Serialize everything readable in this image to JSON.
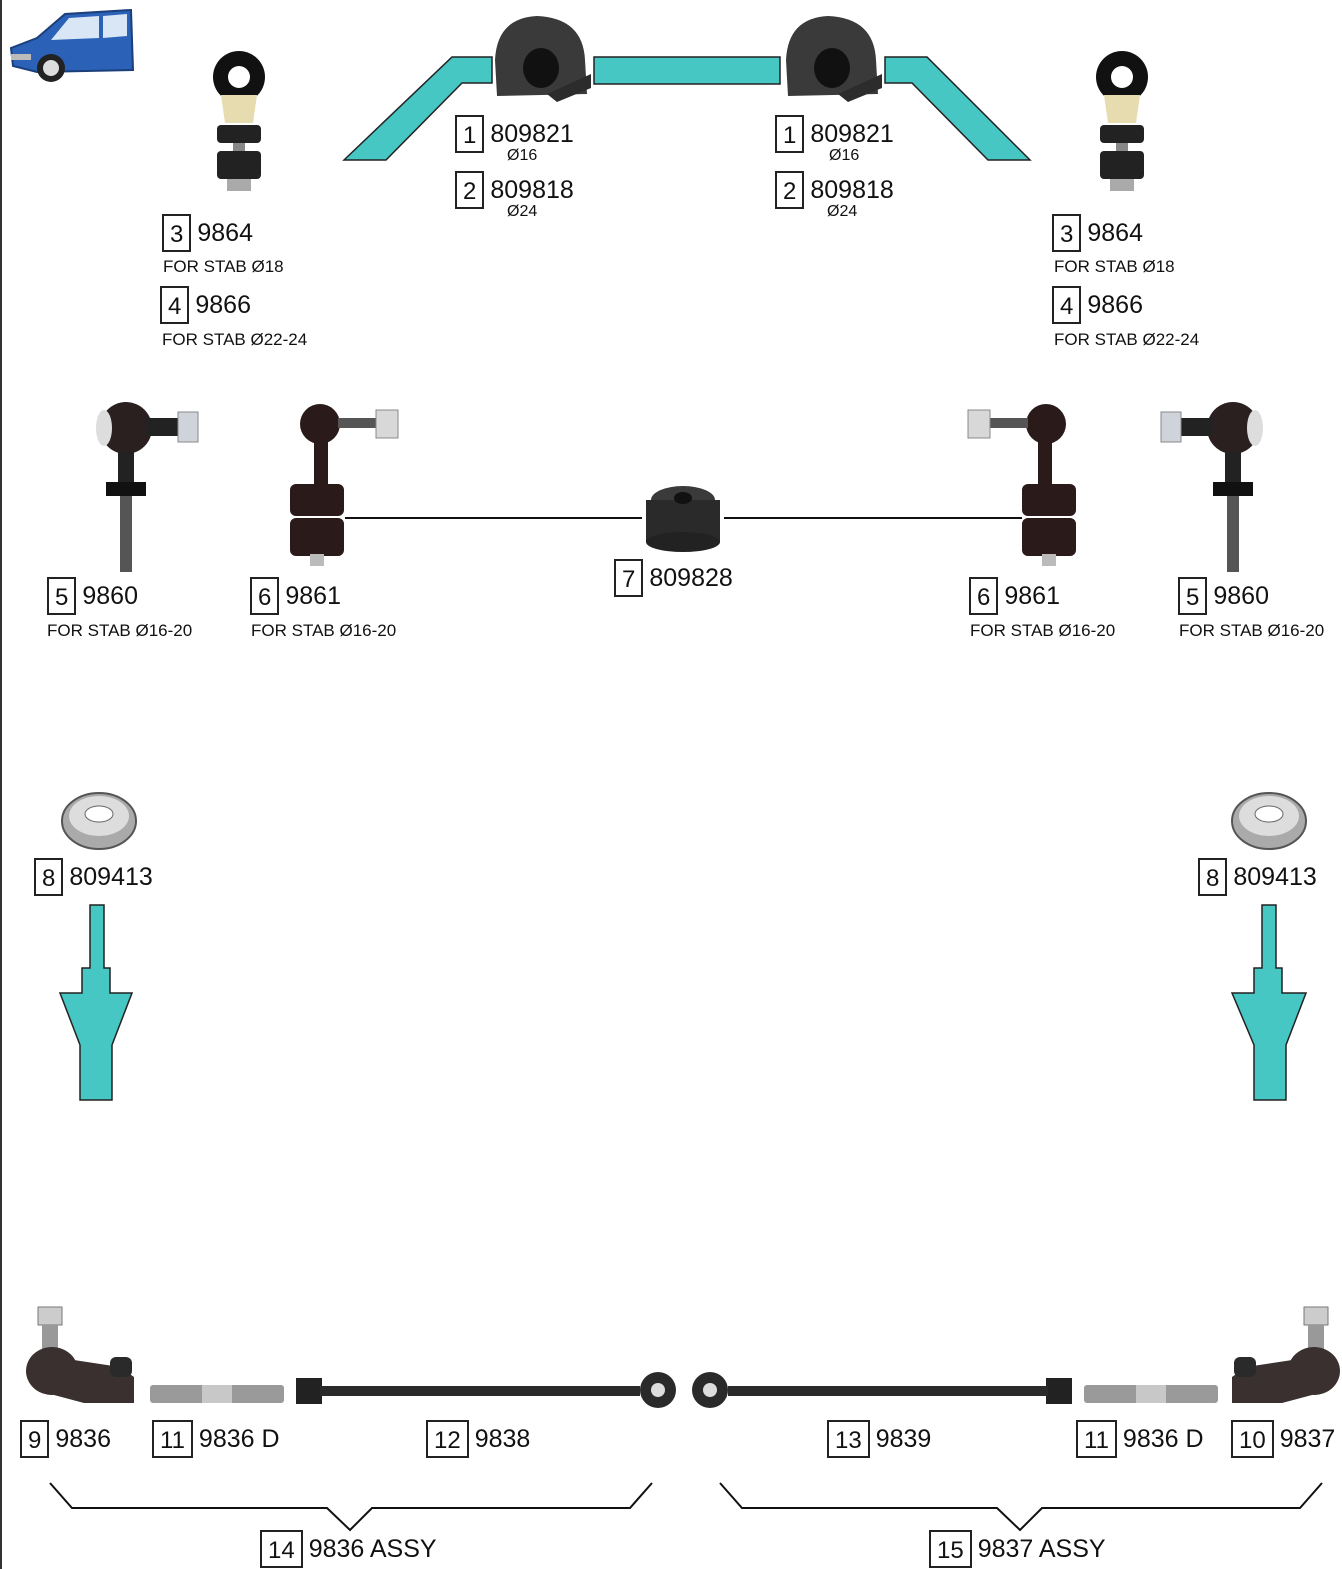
{
  "colors": {
    "accent": "#46c7c4",
    "rubber": "#3a3a3a",
    "bar": "#2a2a2a",
    "car": "#2b62b8"
  },
  "parts": [
    {
      "num": "1",
      "code": "809821",
      "note": "Ø16"
    },
    {
      "num": "2",
      "code": "809818",
      "note": "Ø24"
    },
    {
      "num": "3",
      "code": "9864",
      "note": "FOR STAB Ø18"
    },
    {
      "num": "4",
      "code": "9866",
      "note": "FOR STAB Ø22-24"
    },
    {
      "num": "5",
      "code": "9860",
      "note": "FOR STAB Ø16-20"
    },
    {
      "num": "6",
      "code": "9861",
      "note": "FOR STAB Ø16-20"
    },
    {
      "num": "7",
      "code": "809828"
    },
    {
      "num": "8",
      "code": "809413"
    },
    {
      "num": "9",
      "code": "9836"
    },
    {
      "num": "10",
      "code": "9837"
    },
    {
      "num": "11",
      "code": "9836 D"
    },
    {
      "num": "12",
      "code": "9838"
    },
    {
      "num": "13",
      "code": "9839"
    },
    {
      "num": "14",
      "code": "9836 ASSY"
    },
    {
      "num": "15",
      "code": "9837 ASSY"
    }
  ]
}
